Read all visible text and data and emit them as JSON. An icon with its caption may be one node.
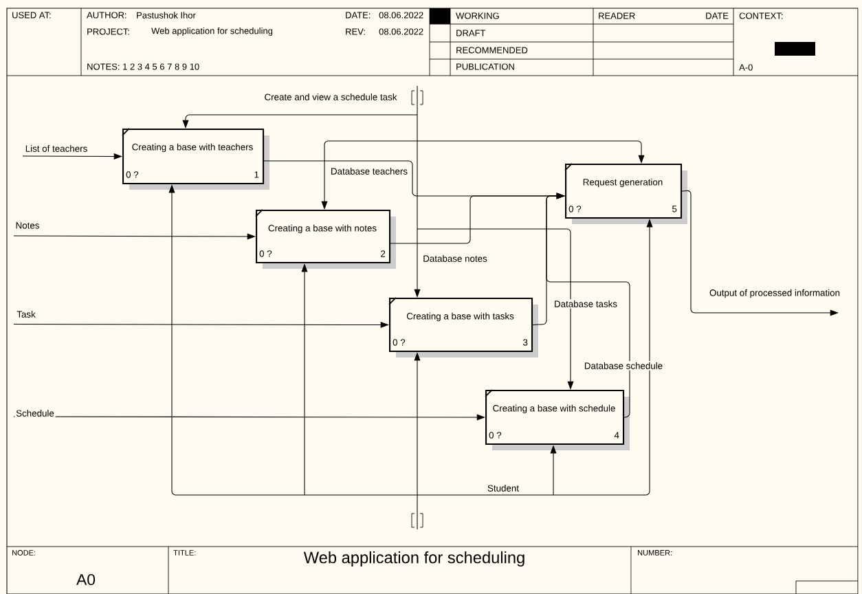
{
  "diagram": {
    "title": "Web application for scheduling",
    "nodes": [
      {
        "text": [
          "Creating a base with teachers",
          "0 ?",
          "1"
        ]
      },
      {
        "text": [
          "Creating a base with notes",
          "0 ?",
          "2"
        ]
      },
      {
        "text": [
          "Creating a base with tasks",
          "0 ?",
          "3"
        ]
      },
      {
        "text": [
          "Creating a base with schedule",
          "0 ?",
          "4"
        ]
      },
      {
        "text": [
          "Request generation",
          "0 ?",
          "5"
        ]
      }
    ],
    "edges": [
      {
        "from": null,
        "to": 0,
        "arrow": "to",
        "label": "List of teachers"
      },
      {
        "from": null,
        "to": 1,
        "arrow": "to",
        "label": "Notes"
      },
      {
        "from": null,
        "to": 2,
        "arrow": "to",
        "label": "Task"
      },
      {
        "from": null,
        "to": 3,
        "arrow": "to",
        "label": "Schedule"
      },
      {
        "from": null,
        "to": 0,
        "arrow": "to",
        "label": "Create and view a schedule task"
      },
      {
        "from": null,
        "to": 1,
        "arrow": "to"
      },
      {
        "from": null,
        "to": 4,
        "arrow": "to"
      },
      {
        "from": null,
        "to": 3,
        "arrow": "to"
      },
      {
        "from": null,
        "to": 2,
        "arrow": "to"
      },
      {
        "from": 0,
        "to": 4,
        "arrow": "to",
        "label": "Database teachers"
      },
      {
        "from": 1,
        "to": 4,
        "arrow": "to",
        "label": "Database notes"
      },
      {
        "from": 2,
        "to": 4,
        "arrow": "to",
        "label": "Database tasks"
      },
      {
        "from": 3,
        "to": 4,
        "arrow": "to",
        "label": "Database schedule"
      },
      {
        "from": null,
        "to": 0,
        "arrow": "to"
      },
      {
        "from": null,
        "to": 1,
        "arrow": "to"
      },
      {
        "from": null,
        "to": 2,
        "arrow": "to"
      },
      {
        "from": null,
        "to": 3,
        "arrow": "to",
        "label": "Student"
      },
      {
        "from": null,
        "to": 4,
        "arrow": "to"
      },
      {
        "from": 4,
        "to": null,
        "arrow": "to",
        "label": "Output of processed information"
      }
    ],
    "labels": [
      "USED AT:",
      "AUTHOR:",
      "Pastushok Ihor",
      "DATE:",
      "08.06.2022",
      "PROJECT:",
      "Web application for scheduling",
      "REV:",
      "08.06.2022",
      "WORKING",
      "READER",
      "DATE",
      "CONTEXT:",
      "DRAFT",
      "RECOMMENDED",
      "NOTES: 1 2 3 4 5 6 7 8 9 10",
      "PUBLICATION",
      "A-0",
      "NODE:",
      "A0",
      "TITLE:",
      "NUMBER:"
    ]
  }
}
